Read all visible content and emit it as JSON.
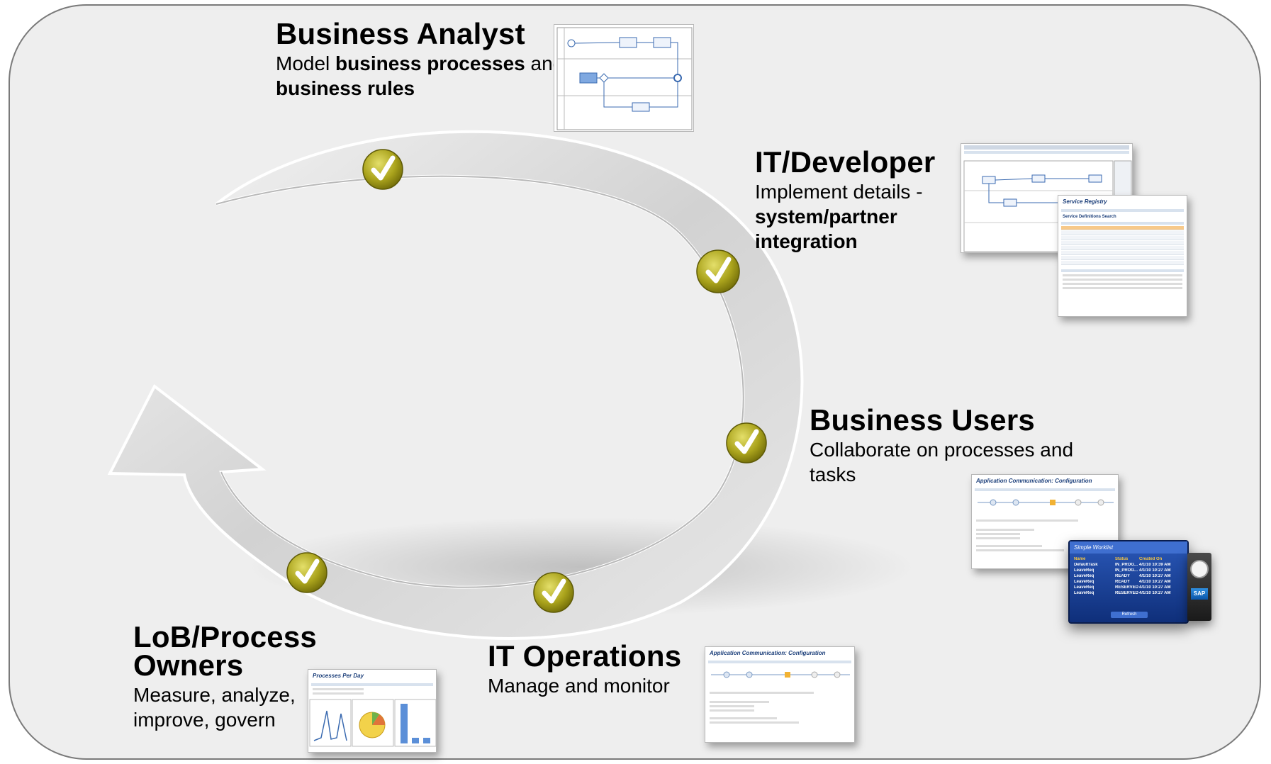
{
  "roles": {
    "business_analyst": {
      "title": "Business Analyst",
      "desc_1": "Model ",
      "desc_2": "business processes",
      "desc_3": " and ",
      "desc_4": "business rules"
    },
    "it_developer": {
      "title": "IT/Developer",
      "desc_1": "Implement details -",
      "desc_2": "system/partner integration"
    },
    "business_users": {
      "title": "Business Users",
      "desc": "Collaborate on processes and tasks"
    },
    "it_operations": {
      "title": "IT Operations",
      "desc": "Manage and monitor"
    },
    "lob_owners": {
      "title_1": "LoB/Process",
      "title_2": "Owners",
      "desc_1": "Measure, analyze,",
      "desc_2": "improve, govern"
    }
  },
  "thumbnails": {
    "service_registry": {
      "title": "Service Registry",
      "subtitle": "Service Definitions Search"
    },
    "app_comm_1": {
      "title": "Application Communication: Configuration"
    },
    "app_comm_2": {
      "title": "Application Communication: Configuration"
    },
    "processes_per_day": {
      "title": "Processes Per Day"
    },
    "worklist": {
      "title": "Simple Worklist",
      "headers": [
        "Name",
        "Status",
        "Created On"
      ],
      "rows": [
        [
          "DefaultTask",
          "IN_PROG...",
          "4/1/10 10:39 AM"
        ],
        [
          "LeaveReq",
          "IN_PROG...",
          "4/1/10 10:27 AM"
        ],
        [
          "LeaveReq",
          "READY",
          "4/1/10 10:27 AM"
        ],
        [
          "LeaveReq",
          "READY",
          "4/1/10 10:27 AM"
        ],
        [
          "LeaveReq",
          "RESERVED",
          "4/1/10 10:27 AM"
        ],
        [
          "LeaveReq",
          "RESERVED",
          "4/1/10 10:27 AM"
        ]
      ],
      "button": "Refresh"
    },
    "sap_logo": "SAP"
  },
  "icons": {
    "checkmark": "checkmark-icon"
  },
  "colors": {
    "frame_bg": "#eeeeee",
    "arrow_fill": "#d6d6d6",
    "check_green": "#a8a21a",
    "text": "#000000"
  }
}
